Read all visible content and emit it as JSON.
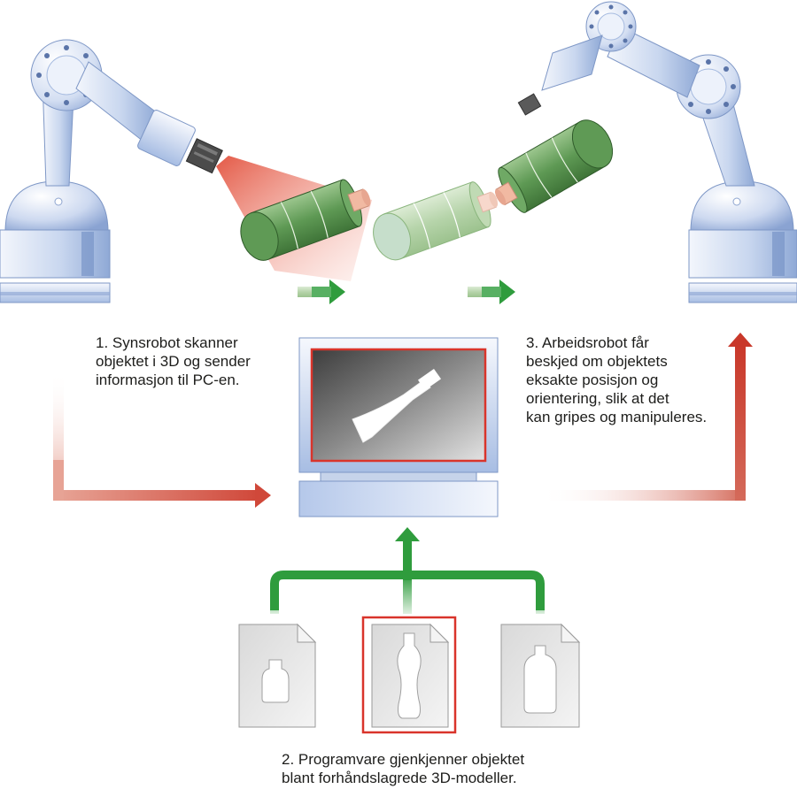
{
  "captions": {
    "step1": [
      "1. Synsrobot skanner",
      "objektet i 3D og sender",
      "informasjon til PC-en."
    ],
    "step2": [
      "2. Programvare gjenkjenner objektet",
      "blant forhåndslagrede 3D-modeller."
    ],
    "step3": [
      "3. Arbeidsrobot får",
      "beskjed om objektets",
      "eksakte posisjon og",
      "orientering, slik at det",
      "kan gripes og manipuleres."
    ]
  },
  "colors": {
    "robot_blue_light": "#eef3fb",
    "robot_blue_mid": "#b9cbe9",
    "robot_blue_dark": "#6f8fc7",
    "object_green": "#5f9a55",
    "object_green_light": "#b9d7ad",
    "scan_red": "#e2503c",
    "flow_red": "#d0483a",
    "flow_green": "#2f9c3d",
    "highlight_red": "#d9342b",
    "doc_gray": "#e4e4e4"
  },
  "icons": {
    "vision_robot": "robot-arm-icon",
    "work_robot": "robot-arm-icon",
    "scanner": "camera-icon",
    "computer": "computer-monitor-icon",
    "models": "document-icon"
  },
  "models": {
    "count": 3,
    "selected_index": 1,
    "shapes": [
      "bottle-small",
      "bottle-tall-waisted",
      "bottle-plain"
    ]
  }
}
